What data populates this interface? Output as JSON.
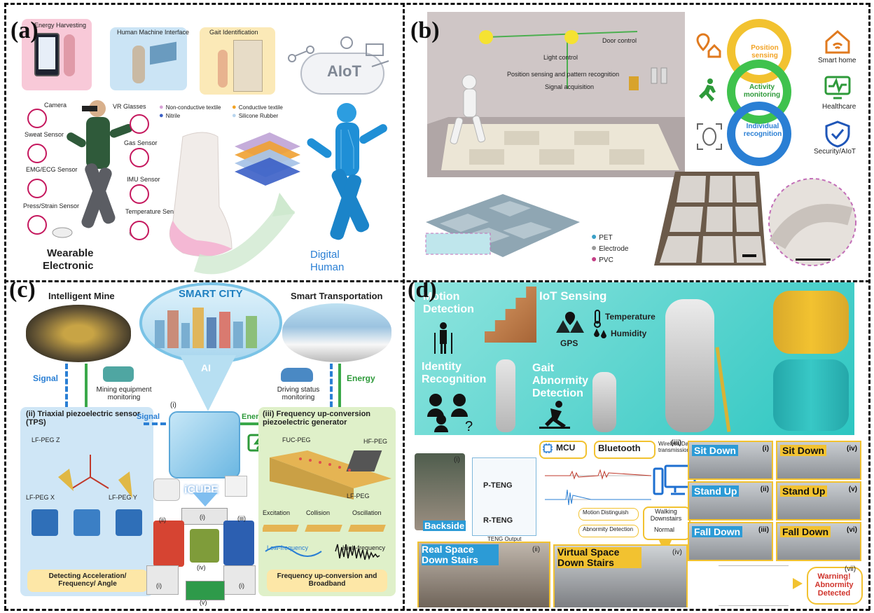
{
  "panels": {
    "a": {
      "label": "(a)",
      "cards": [
        "Energy Harvesting",
        "Human Machine Interface",
        "Gait Identification"
      ],
      "cloud": "AIoT",
      "sensors_left": [
        "Camera",
        "Sweat Sensor",
        "EMG/ECG Sensor",
        "Press/Strain Sensor"
      ],
      "sensors_right": [
        "VR Glasses",
        "Gas Sensor",
        "IMU Sensor",
        "Temperature Sensor"
      ],
      "legend": [
        "Non-conductive textile",
        "Conductive textile",
        "Nitrile",
        "Silicone Rubber"
      ],
      "left_title_1": "Wearable",
      "left_title_2": "Electronic",
      "right_title_1": "Digital",
      "right_title_2": "Human"
    },
    "b": {
      "label": "(b)",
      "room_labels": [
        "Door control",
        "Light control",
        "Position sensing and pattern recognition",
        "Signal acquisition"
      ],
      "cycle": [
        "Position sensing",
        "Activity monitoring",
        "Individual recognition"
      ],
      "apps": [
        "Smart home",
        "Healthcare",
        "Security/AIoT"
      ],
      "materials": [
        "PET",
        "Electrode",
        "PVC"
      ]
    },
    "c": {
      "label": "(c)",
      "intelligent_mine": "Intelligent Mine",
      "smart_city": "SMART CITY",
      "smart_transport": "Smart Transportation",
      "signal": "Signal",
      "energy": "Energy",
      "mining_monitor": "Mining equipment monitoring",
      "driving_monitor": "Driving status monitoring",
      "ai": "AI",
      "tps_title": "(ii)  Triaxial piezoelectric sensor (TPS)",
      "fupg_title": "(iii)  Frequency up-conversion piezoelectric generator",
      "signal2": "Signal",
      "energy2": "Energy",
      "cube_i": "(i)",
      "lf_peg_z": "LF-PEG Z",
      "lf_peg_x": "LF-PEG X",
      "lf_peg_y": "LF-PEG Y",
      "fuc_peg": "FUC-PEG",
      "hf_peg": "HF-PEG",
      "lf_peg": "LF-PEG",
      "excitation": "Excitation",
      "collision": "Collision",
      "oscillation": "Oscillation",
      "low_freq": "Low-frequency",
      "high_freq": "High-frequency",
      "icupe": "iCUPE",
      "detect": "Detecting Acceleration/ Frequency/ Angle",
      "broadband": "Frequency up-conversion and  Broadband",
      "sub_labels": [
        "(i)",
        "(ii)",
        "(iii)",
        "(iv)",
        "(i)",
        "(i)",
        "(v)"
      ]
    },
    "d": {
      "label": "(d)",
      "motion": "Motion Detection",
      "iot": "IoT Sensing",
      "temperature": "Temperature",
      "humidity": "Humidity",
      "gps": "GPS",
      "identity": "Identity Recognition",
      "gait": "Gait Abnormity Detection",
      "mcu": "MCU",
      "bluetooth": "Bluetooth",
      "wireless": "Wireless Data transmission",
      "iii": "(iii)",
      "p_teng": "P-TENG",
      "r_teng": "R-TENG",
      "teng_output": "TENG Output",
      "backside": "Backside",
      "i": "(i)",
      "motion_dist": "Motion Distinguish",
      "abnormity_det": "Abnormity Detection",
      "walking": "Walking Downstairs",
      "normal": "Normal",
      "real_space": "Real Space Down Stairs",
      "ii": "(ii)",
      "virtual_space": "Virtual Space Down Stairs",
      "iv": "(iv)",
      "tiles": [
        {
          "text": "Sit Down",
          "num": "(i)"
        },
        {
          "text": "Sit Down",
          "num": "(iv)"
        },
        {
          "text": "Stand Up",
          "num": "(ii)"
        },
        {
          "text": "Stand Up",
          "num": "(v)"
        },
        {
          "text": "Fall Down",
          "num": "(iii)"
        },
        {
          "text": "Fall Down",
          "num": "(vi)"
        }
      ],
      "warning": "Warning! Abnormity Detected",
      "vii": "(vii)"
    }
  },
  "colors": {
    "teal": "#3dd2c8",
    "gold": "#f2c230",
    "green": "#3aa84a",
    "blue": "#2a7fd4",
    "pink": "#f6c6d8"
  }
}
